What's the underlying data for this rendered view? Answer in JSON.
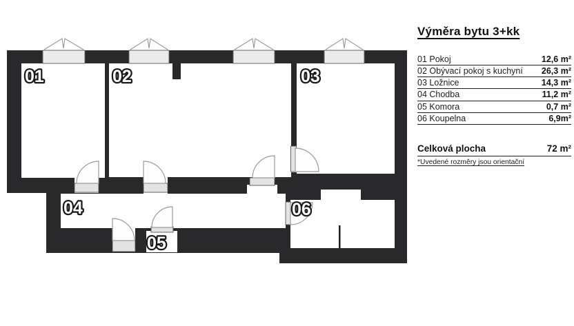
{
  "legend": {
    "title": "Výměra bytu 3+kk",
    "items": [
      {
        "label": "01 Pokoj",
        "area": "12,6 m²"
      },
      {
        "label": "02 Obývací pokoj s kuchyní",
        "area": "26,3 m²"
      },
      {
        "label": "03 Ložnice",
        "area": "14,3 m²"
      },
      {
        "label": "04 Chodba",
        "area": "11,2 m²"
      },
      {
        "label": "05 Komora",
        "area": "0,7 m²"
      },
      {
        "label": "06 Koupelna",
        "area": "6,9m²"
      }
    ],
    "total_label": "Celková plocha",
    "total_area": "72 m²",
    "footnote": "*Uvedené rozměry jsou orientační"
  },
  "plan": {
    "rooms": [
      {
        "number": "01"
      },
      {
        "number": "02"
      },
      {
        "number": "03"
      },
      {
        "number": "04"
      },
      {
        "number": "05"
      },
      {
        "number": "06"
      }
    ],
    "colors": {
      "wall": "#29292c",
      "room_fill": "#ffffff",
      "window_fill": "#ebebeb",
      "door_slab_fill": "#e3e3e3",
      "symbol_line": "#979797"
    }
  }
}
